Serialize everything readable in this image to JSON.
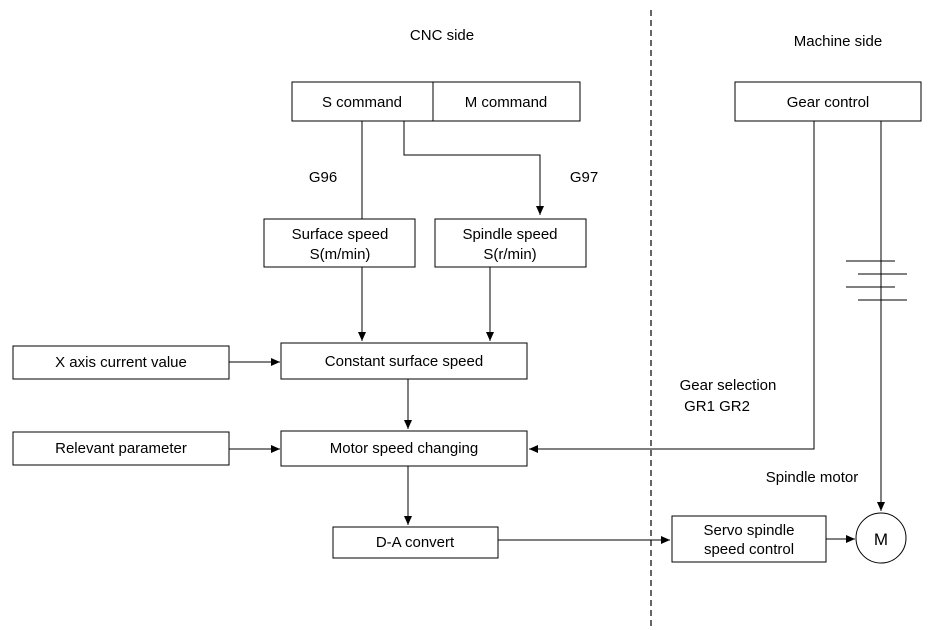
{
  "labels": {
    "cnc_side": "CNC side",
    "machine_side": "Machine  side",
    "g96": "G96",
    "g97": "G97",
    "gear_selection_line1": "Gear selection",
    "gear_selection_line2": "GR1 GR2",
    "spindle_motor": "Spindle motor"
  },
  "boxes": {
    "s_command": "S command",
    "m_command": "M command",
    "gear_control": "Gear control",
    "surface_speed_line1": "Surface speed",
    "surface_speed_line2": "S(m/min)",
    "spindle_speed_line1": "Spindle  speed",
    "spindle_speed_line2": "S(r/min)",
    "x_axis_current_value": "X axis current value",
    "constant_surface_speed": "Constant surface speed",
    "relevant_parameter": "Relevant parameter",
    "motor_speed_changing": "Motor speed changing",
    "da_convert": "D-A convert",
    "servo_line1": "Servo spindle",
    "servo_line2": "speed control",
    "motor_symbol": "M"
  }
}
